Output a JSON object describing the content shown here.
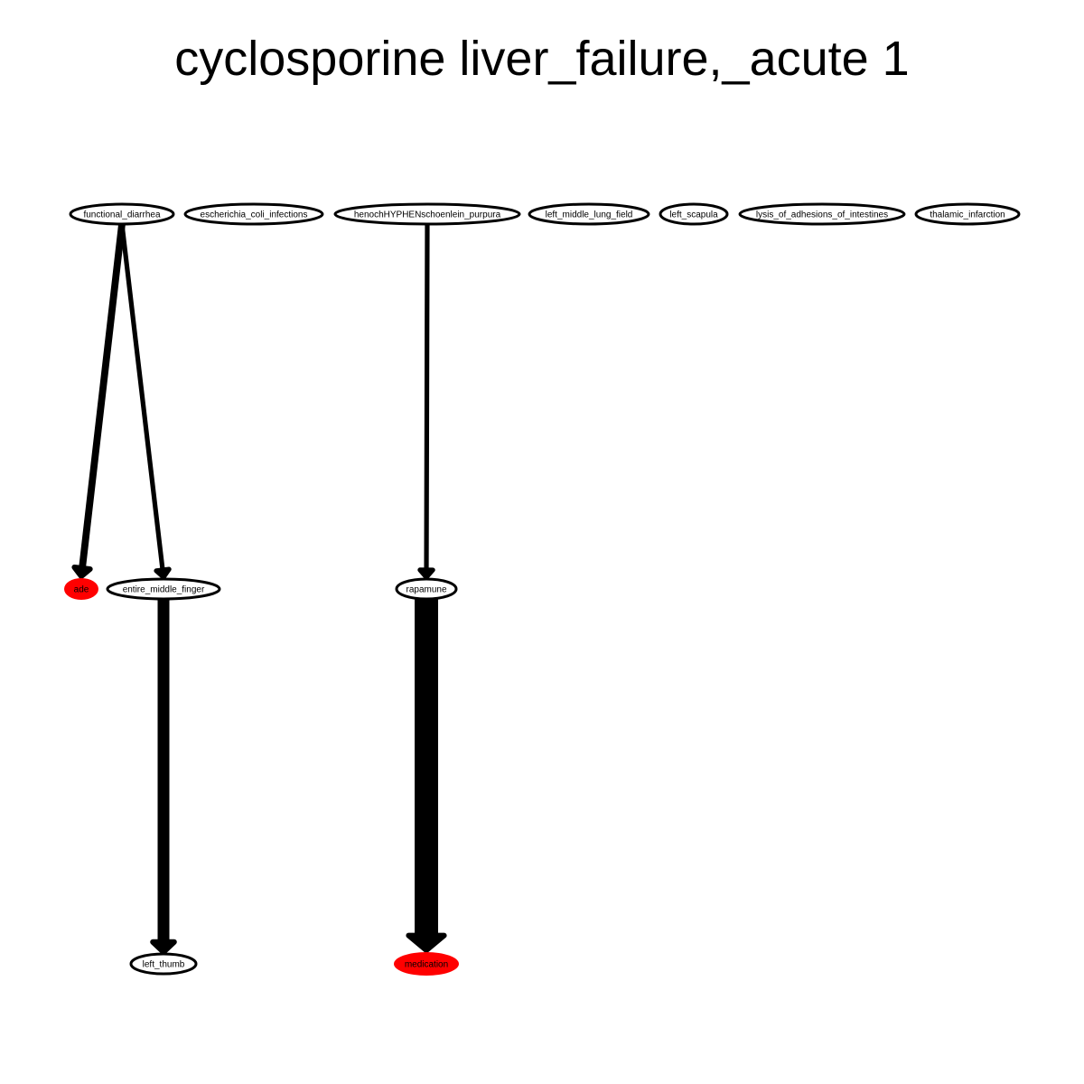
{
  "title": "cyclosporine liver_failure,_acute 1",
  "colors": {
    "highlight_node": "#ff0000",
    "default_node": "#ffffff",
    "edge": "#000000"
  },
  "nodes": [
    {
      "id": "functional_diarrhea",
      "label": "functional_diarrhea",
      "highlighted": false
    },
    {
      "id": "escherichia_coli_infections",
      "label": "escherichia_coli_infections",
      "highlighted": false
    },
    {
      "id": "henochHYPHENschoenlein_purpura",
      "label": "henochHYPHENschoenlein_purpura",
      "highlighted": false
    },
    {
      "id": "left_middle_lung_field",
      "label": "left_middle_lung_field",
      "highlighted": false
    },
    {
      "id": "left_scapula",
      "label": "left_scapula",
      "highlighted": false
    },
    {
      "id": "lysis_of_adhesions_of_intestines",
      "label": "lysis_of_adhesions_of_intestines",
      "highlighted": false
    },
    {
      "id": "thalamic_infarction",
      "label": "thalamic_infarction",
      "highlighted": false
    },
    {
      "id": "ade",
      "label": "ade",
      "highlighted": true
    },
    {
      "id": "entire_middle_finger",
      "label": "entire_middle_finger",
      "highlighted": false
    },
    {
      "id": "rapamune",
      "label": "rapamune",
      "highlighted": false
    },
    {
      "id": "left_thumb",
      "label": "left_thumb",
      "highlighted": false
    },
    {
      "id": "medication",
      "label": "medication",
      "highlighted": true
    }
  ],
  "edges": [
    {
      "from": "functional_diarrhea",
      "to": "ade",
      "weight": 3
    },
    {
      "from": "functional_diarrhea",
      "to": "entire_middle_finger",
      "weight": 2
    },
    {
      "from": "henochHYPHENschoenlein_purpura",
      "to": "rapamune",
      "weight": 2
    },
    {
      "from": "entire_middle_finger",
      "to": "left_thumb",
      "weight": 5
    },
    {
      "from": "rapamune",
      "to": "medication",
      "weight": 10
    }
  ]
}
